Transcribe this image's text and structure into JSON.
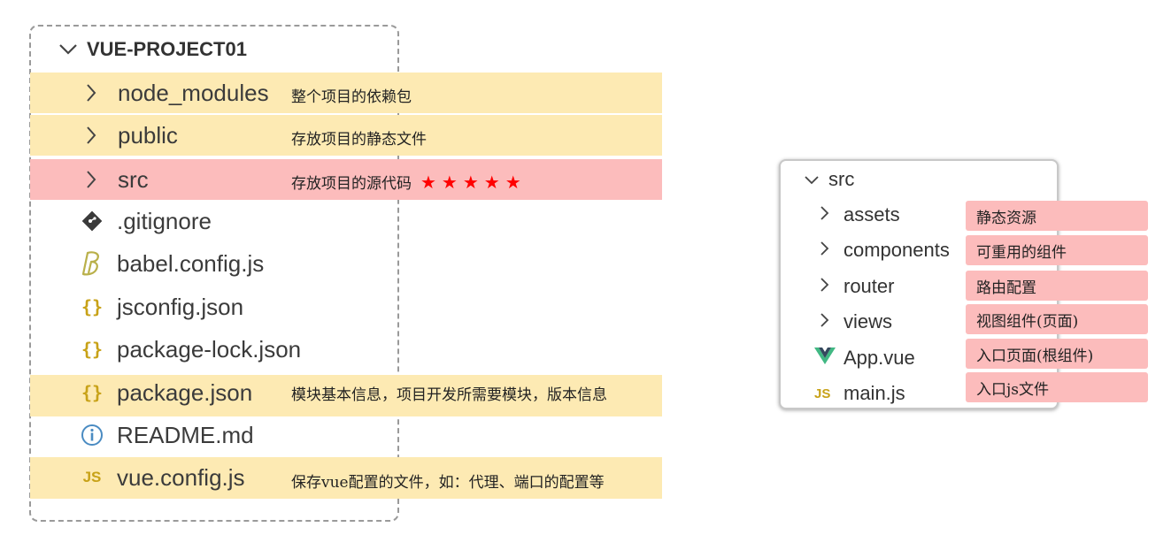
{
  "explorer": {
    "root_label": "VUE-PROJECT01",
    "items": [
      {
        "label": "node_modules",
        "icon": "chevron-right-icon",
        "note": "整个项目的依赖包",
        "highlight": "yellow"
      },
      {
        "label": "public",
        "icon": "chevron-right-icon",
        "note": "存放项目的静态文件",
        "highlight": "yellow"
      },
      {
        "label": "src",
        "icon": "chevron-right-icon",
        "note": "存放项目的源代码",
        "stars": "★★★★★",
        "highlight": "red"
      },
      {
        "label": ".gitignore",
        "icon": "git-icon"
      },
      {
        "label": "babel.config.js",
        "icon": "babel-icon"
      },
      {
        "label": "jsconfig.json",
        "icon": "json-braces-icon"
      },
      {
        "label": "package-lock.json",
        "icon": "json-braces-icon"
      },
      {
        "label": "package.json",
        "icon": "json-braces-icon",
        "note": "模块基本信息，项目开发所需要模块，版本信息",
        "highlight": "yellow"
      },
      {
        "label": "README.md",
        "icon": "info-icon"
      },
      {
        "label": "vue.config.js",
        "icon": "js-icon",
        "note": "保存vue配置的文件，如：代理、端口的配置等",
        "highlight": "yellow"
      }
    ]
  },
  "src_panel": {
    "root_label": "src",
    "items": [
      {
        "label": "assets",
        "icon": "chevron-right-icon",
        "note": "静态资源"
      },
      {
        "label": "components",
        "icon": "chevron-right-icon",
        "note": "可重用的组件"
      },
      {
        "label": "router",
        "icon": "chevron-right-icon",
        "note": "路由配置"
      },
      {
        "label": "views",
        "icon": "chevron-right-icon",
        "note": "视图组件(页面)"
      },
      {
        "label": "App.vue",
        "icon": "vue-icon",
        "note": "入口页面(根组件)"
      },
      {
        "label": "main.js",
        "icon": "js-icon",
        "note": "入口js文件"
      }
    ]
  },
  "icon_glyphs": {
    "js": "JS",
    "json": "{}"
  },
  "colors": {
    "yellow_band": "#fdeab3",
    "red_band": "#fcbcbc",
    "star": "#ff0000",
    "js_badge": "#c8a218",
    "vue_green": "#41b883"
  }
}
